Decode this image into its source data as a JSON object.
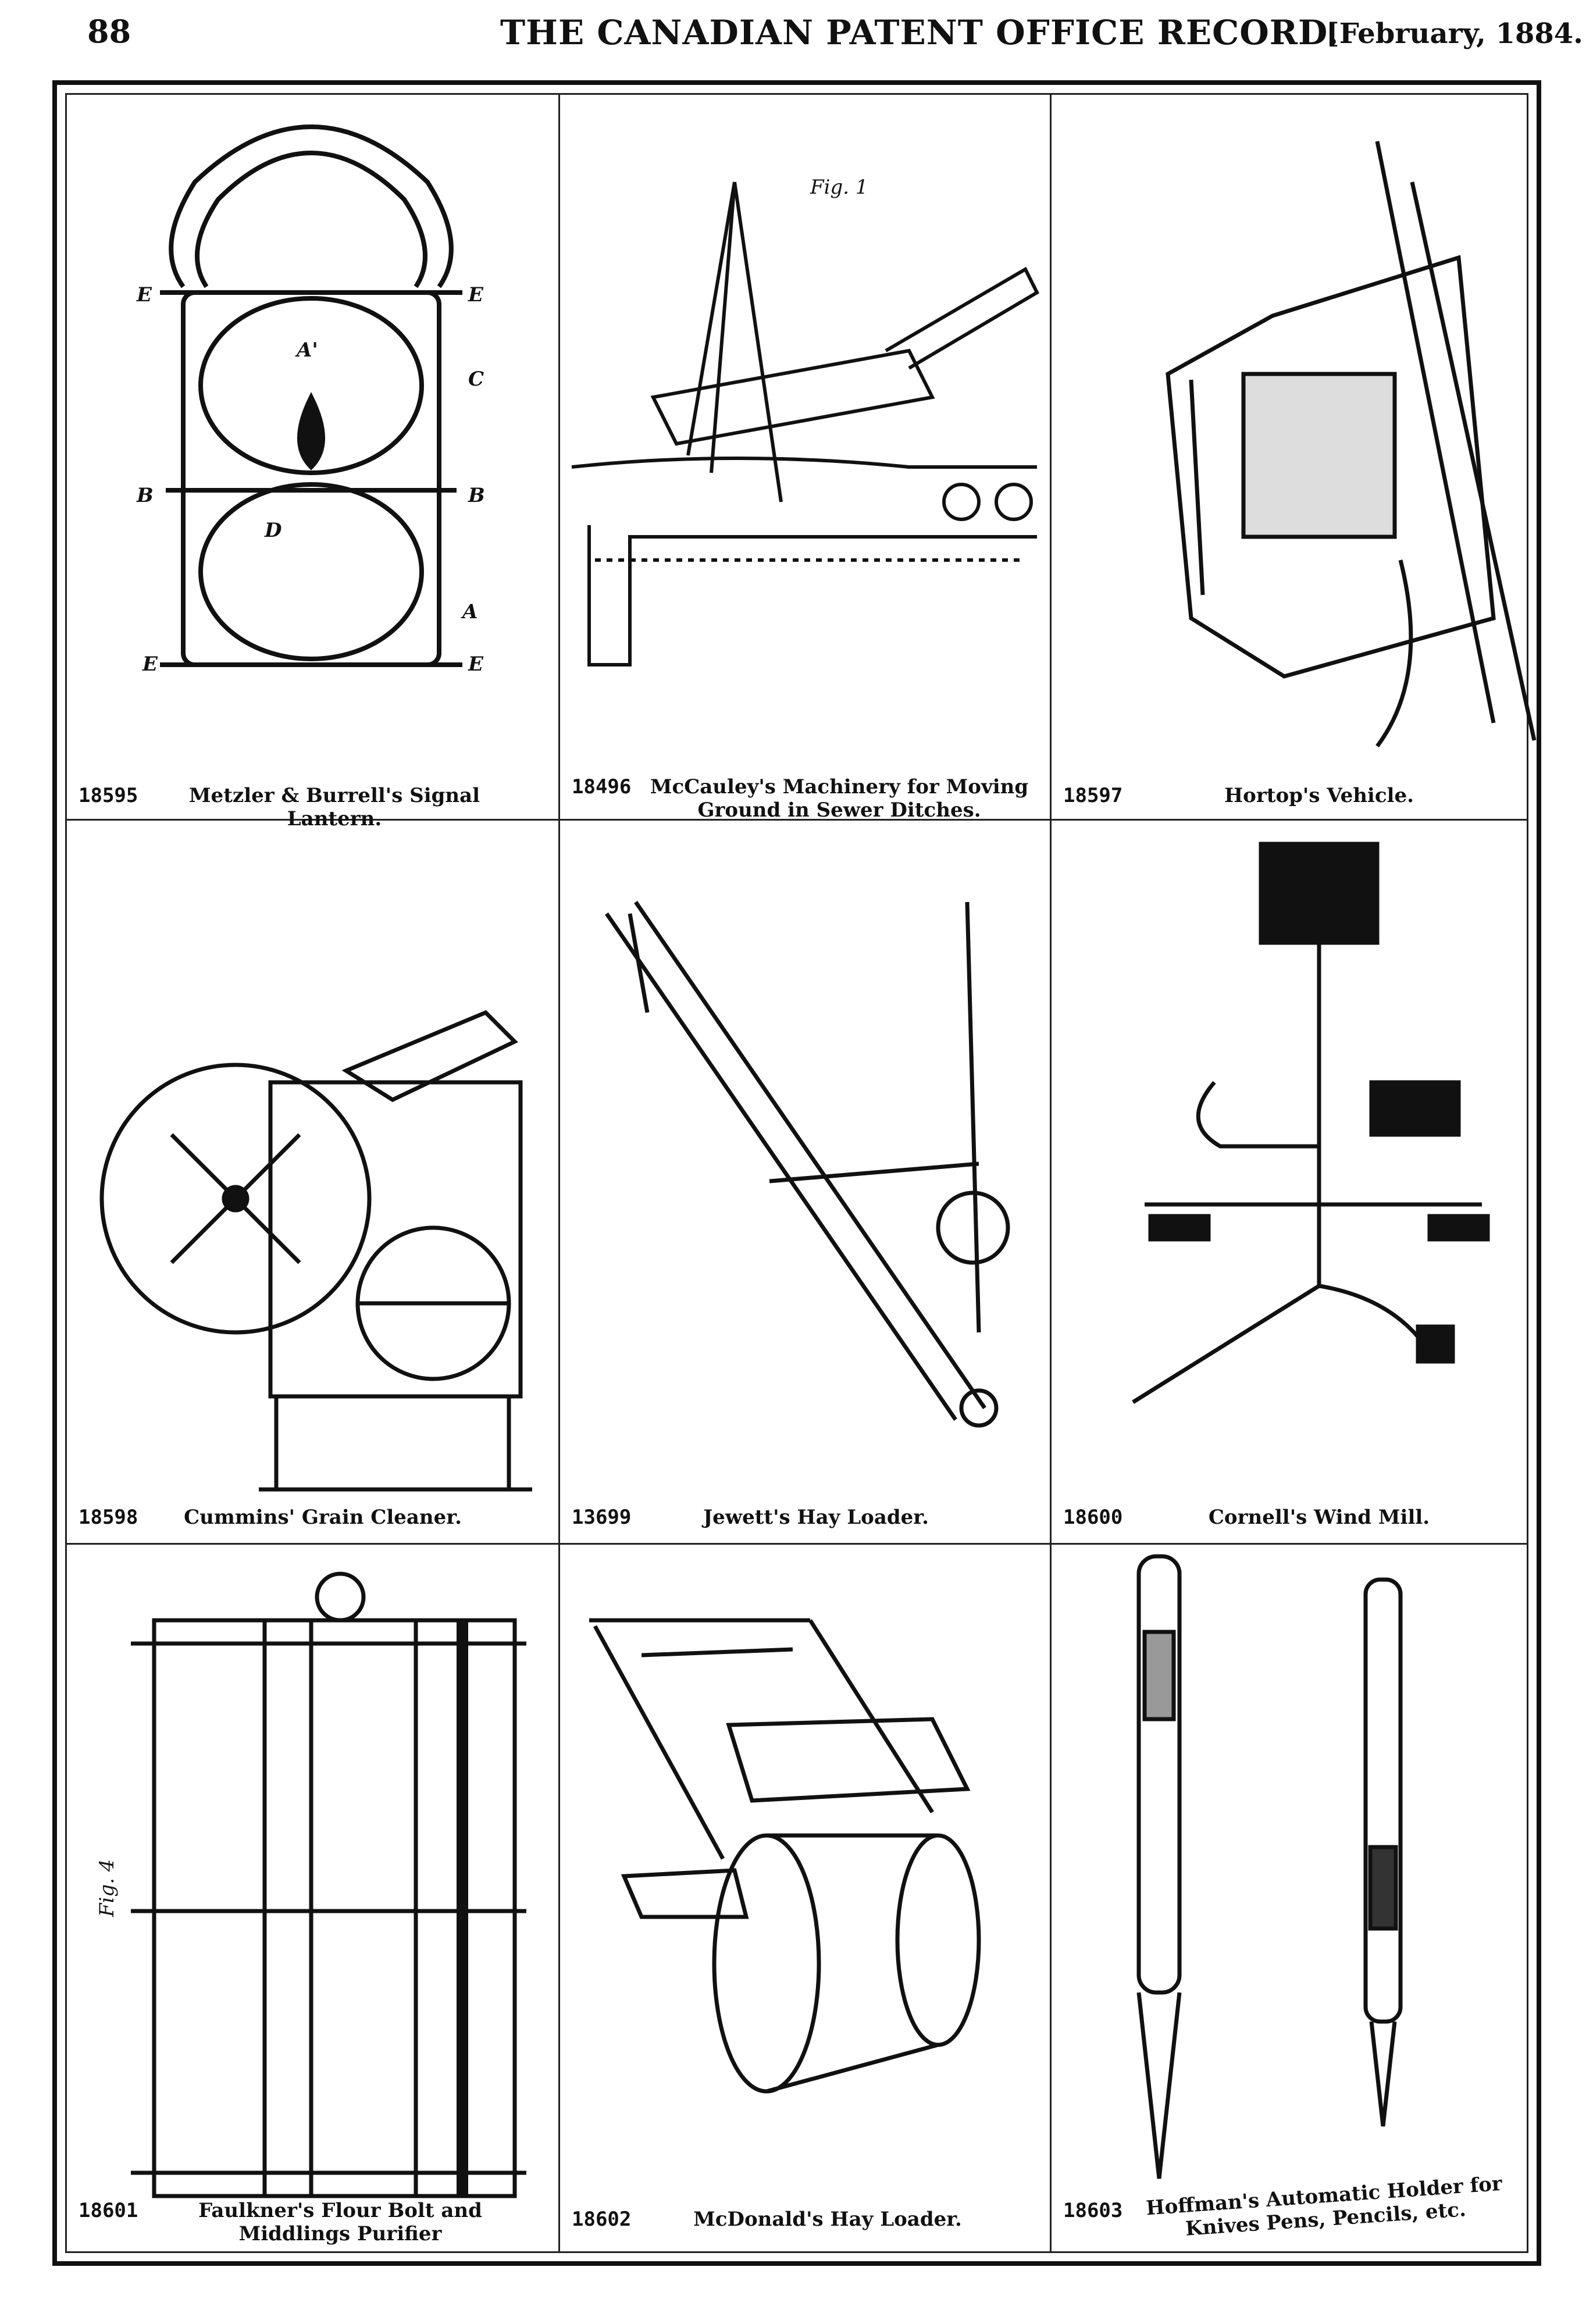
{
  "header": {
    "page_number": "88",
    "title": "THE CANADIAN PATENT OFFICE RECORD.",
    "date": "[February, 1884."
  },
  "patents": [
    {
      "number": "18595",
      "caption": "Metzler & Burrell's Signal Lantern.",
      "figure": "lantern-illustration"
    },
    {
      "number": "18496",
      "caption": "McCauley's Machinery for Moving Ground in Sewer Ditches.",
      "figure": "ditch-machinery-illustration"
    },
    {
      "number": "18597",
      "caption": "Hortop's Vehicle.",
      "figure": "vehicle-illustration"
    },
    {
      "number": "18598",
      "caption": "Cummins' Grain Cleaner.",
      "figure": "grain-cleaner-illustration"
    },
    {
      "number": "13699",
      "caption": "Jewett's Hay Loader.",
      "figure": "hay-loader-illustration"
    },
    {
      "number": "18600",
      "caption": "Cornell's Wind Mill.",
      "figure": "wind-mill-illustration"
    },
    {
      "number": "18601",
      "caption": "Faulkner's Flour Bolt and Middlings Purifier",
      "figure": "flour-bolt-illustration"
    },
    {
      "number": "18602",
      "caption": "McDonald's Hay Loader.",
      "figure": "hay-loader-2-illustration"
    },
    {
      "number": "18603",
      "caption": "Hoffman's Automatic Holder for Knives Pens, Pencils, etc.",
      "figure": "holder-illustration"
    }
  ],
  "figure_labels": {
    "fig1": "Fig. 1",
    "fig4": "Fig. 4"
  }
}
